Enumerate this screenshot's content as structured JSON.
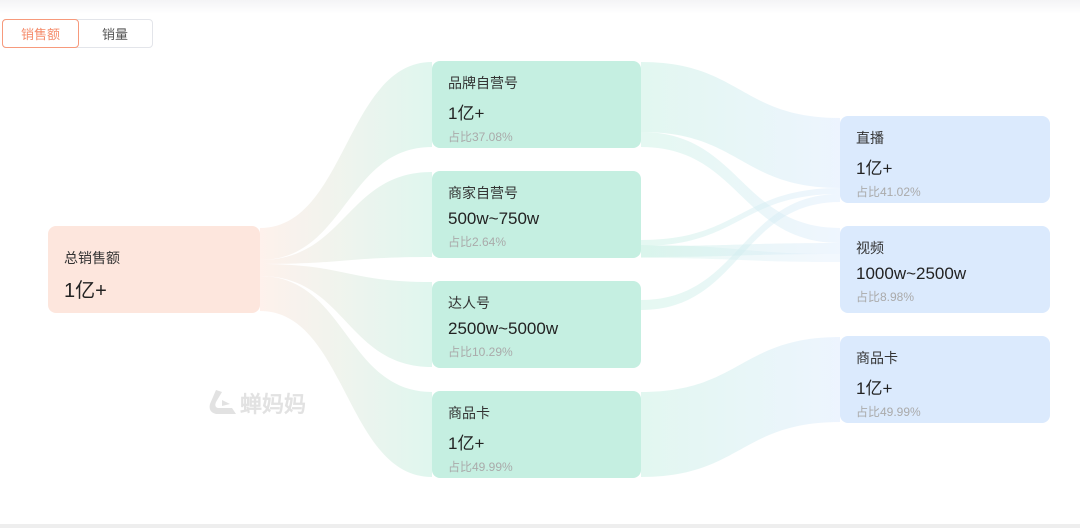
{
  "tabs": [
    {
      "label": "销售额",
      "active": true
    },
    {
      "label": "销量",
      "active": false
    }
  ],
  "root": {
    "name": "总销售额",
    "value": "1亿+"
  },
  "channels": [
    {
      "name": "品牌自营号",
      "value": "1亿+",
      "share": "占比37.08%"
    },
    {
      "name": "商家自营号",
      "value": "500w~750w",
      "share": "占比2.64%"
    },
    {
      "name": "达人号",
      "value": "2500w~5000w",
      "share": "占比10.29%"
    },
    {
      "name": "商品卡",
      "value": "1亿+",
      "share": "占比49.99%"
    }
  ],
  "carriers": [
    {
      "name": "直播",
      "value": "1亿+",
      "share": "占比41.02%"
    },
    {
      "name": "视频",
      "value": "1000w~2500w",
      "share": "占比8.98%"
    },
    {
      "name": "商品卡",
      "value": "1亿+",
      "share": "占比49.99%"
    }
  ],
  "watermark": "蝉妈妈",
  "colors": {
    "accent": "#f58b6a",
    "root": "#fde6dd",
    "channel": "#c5efe1",
    "carrier": "#dbeafd"
  }
}
